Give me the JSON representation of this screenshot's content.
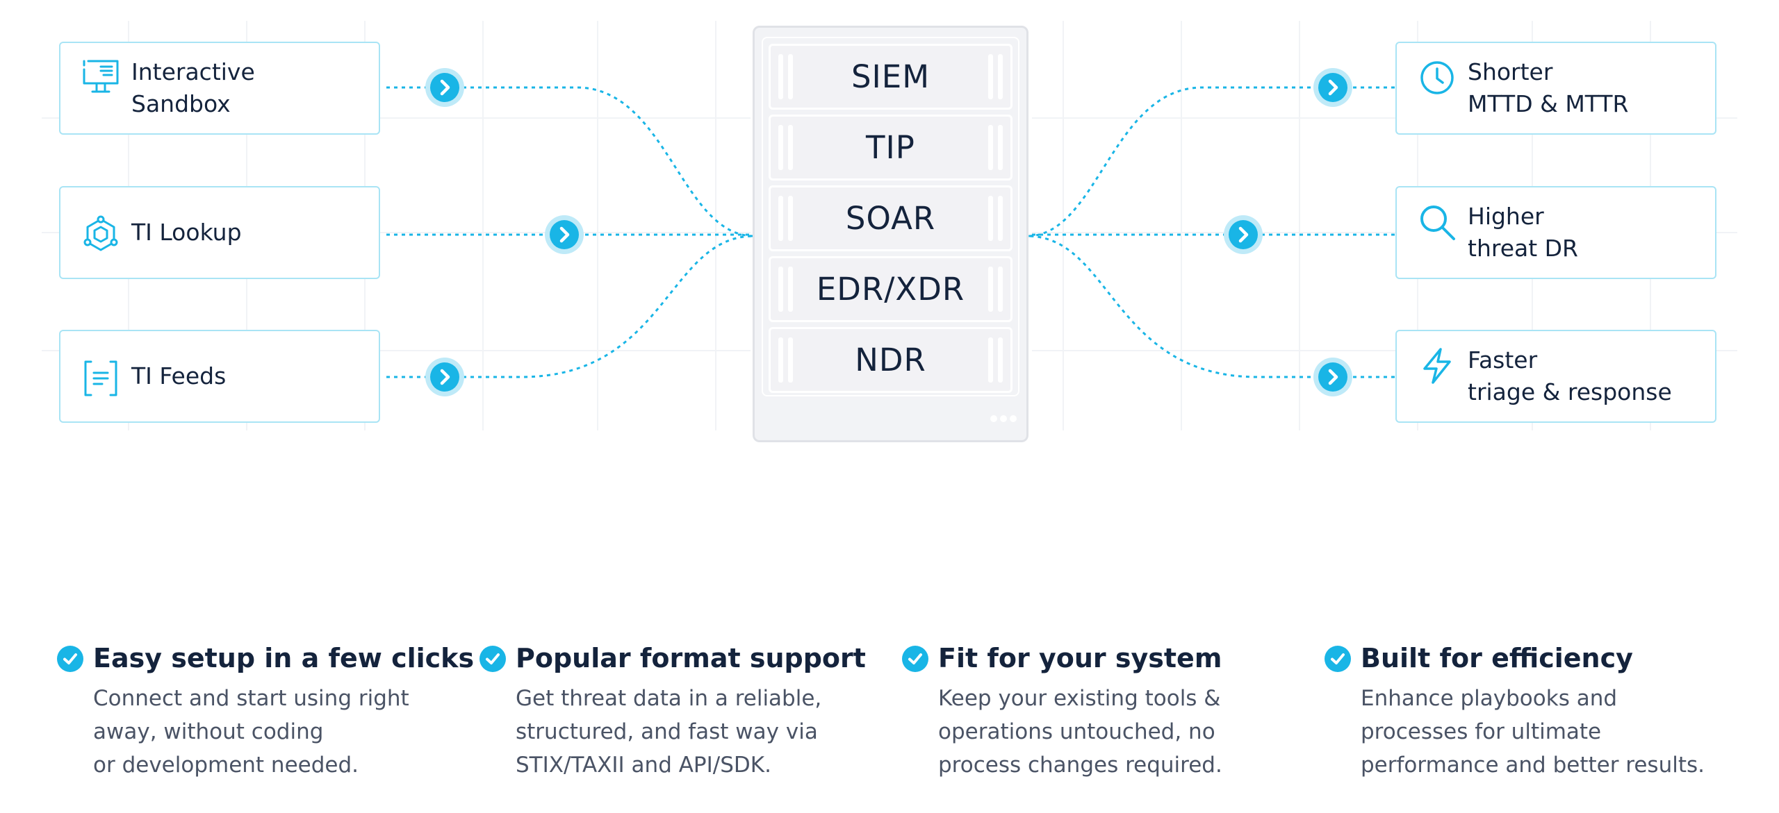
{
  "colors": {
    "accent": "#19b5e6",
    "accent_light": "#bfeaf8",
    "border": "#a9e4f5",
    "text": "#14233c",
    "muted": "#4a5365"
  },
  "inputs": [
    {
      "icon": "monitor-icon",
      "lines": [
        "Interactive",
        "Sandbox"
      ]
    },
    {
      "icon": "hexagon-network-icon",
      "lines": [
        "TI Lookup"
      ]
    },
    {
      "icon": "document-feed-icon",
      "lines": [
        "TI Feeds"
      ]
    }
  ],
  "server": {
    "slots": [
      "SIEM",
      "TIP",
      "SOAR",
      "EDR/XDR",
      "NDR"
    ]
  },
  "outputs": [
    {
      "icon": "clock-icon",
      "lines": [
        "Shorter",
        "MTTD & MTTR"
      ]
    },
    {
      "icon": "magnifier-icon",
      "lines": [
        "Higher",
        "threat DR"
      ]
    },
    {
      "icon": "lightning-icon",
      "lines": [
        "Faster",
        "triage & response"
      ]
    }
  ],
  "features": [
    {
      "title": "Easy setup in a few clicks",
      "lines": [
        "Connect and start using right",
        "away, without coding",
        "or development needed."
      ]
    },
    {
      "title": "Popular format support",
      "lines": [
        "Get threat data in a reliable,",
        "structured, and fast way via",
        "STIX/TAXII and API/SDK."
      ]
    },
    {
      "title": "Fit for your system",
      "lines": [
        "Keep your existing tools &",
        "operations untouched, no",
        "process changes required."
      ]
    },
    {
      "title": "Built for efficiency",
      "lines": [
        "Enhance playbooks and",
        "processes for ultimate",
        "performance and better results."
      ]
    }
  ]
}
